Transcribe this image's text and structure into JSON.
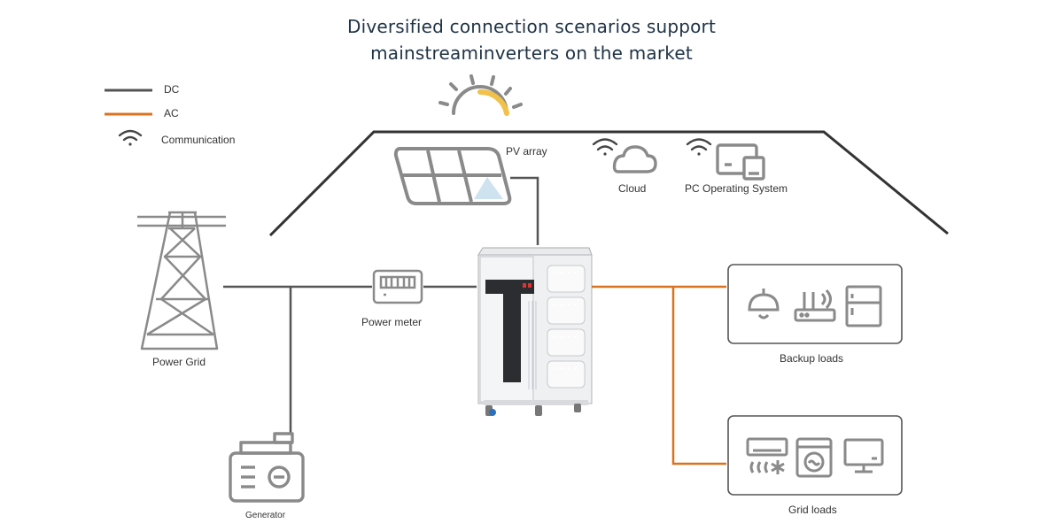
{
  "title": {
    "line1": "Diversified connection scenarios support",
    "line2": "mainstreaminverters on the market"
  },
  "legend": {
    "dc": "DC",
    "ac": "AC",
    "communication": "Communication"
  },
  "labels": {
    "pv_array": "PV array",
    "cloud": "Cloud",
    "pc_os": "PC Operating System",
    "power_grid": "Power Grid",
    "power_meter": "Power meter",
    "generator": "Generator",
    "backup_loads": "Backup loads",
    "grid_loads": "Grid loads"
  },
  "colors": {
    "dc_line": "#555555",
    "ac_line": "#d9731f",
    "sun_accent": "#f2c14a",
    "icon_gray": "#8a8a8a"
  }
}
